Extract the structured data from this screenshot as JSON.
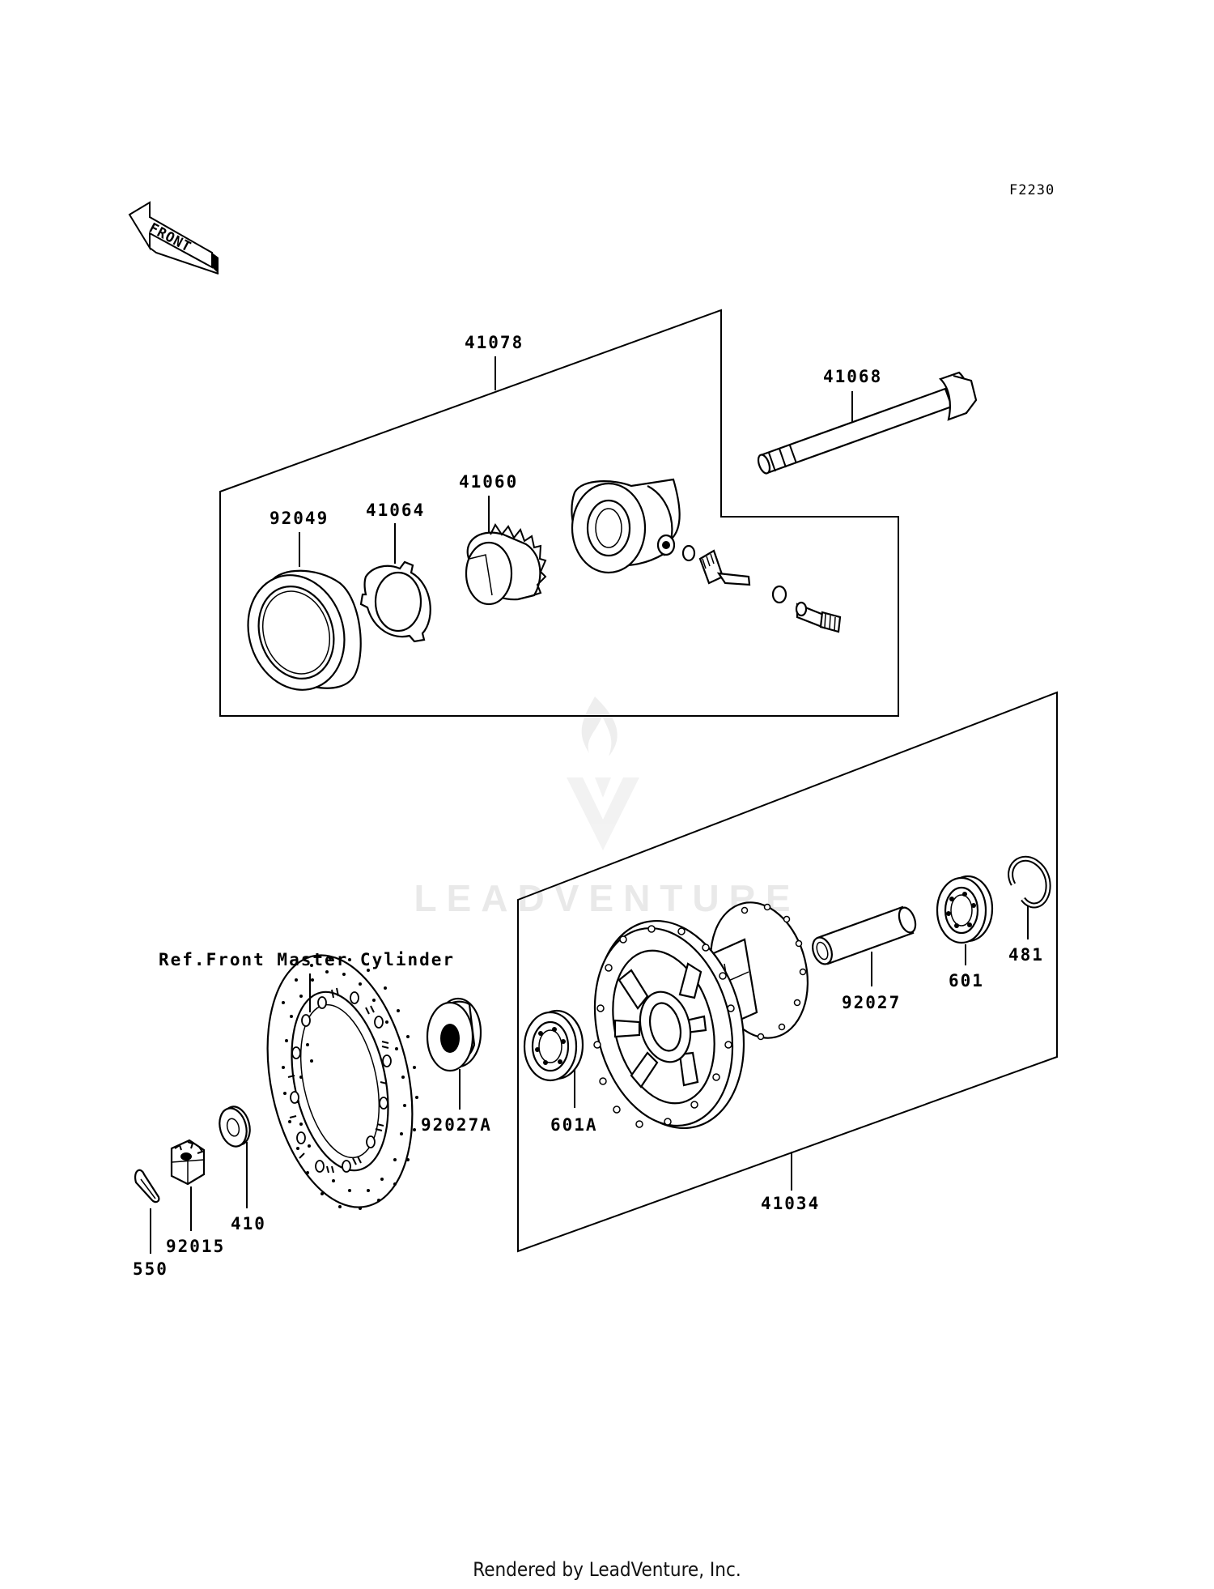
{
  "diagram_code": "F2230",
  "front_arrow_label": "FRONT",
  "parts": {
    "p41078": "41078",
    "p41068": "41068",
    "p41060": "41060",
    "p41064": "41064",
    "p92049": "92049",
    "p92027": "92027",
    "p601": "601",
    "p481": "481",
    "p601A": "601A",
    "p92027A": "92027A",
    "p41034": "41034",
    "p410": "410",
    "p92015": "92015",
    "p550": "550"
  },
  "reference_label": "Ref.Front Master Cylinder",
  "watermark_text": "LEADVENTURE",
  "footer": "Rendered by LeadVenture, Inc."
}
